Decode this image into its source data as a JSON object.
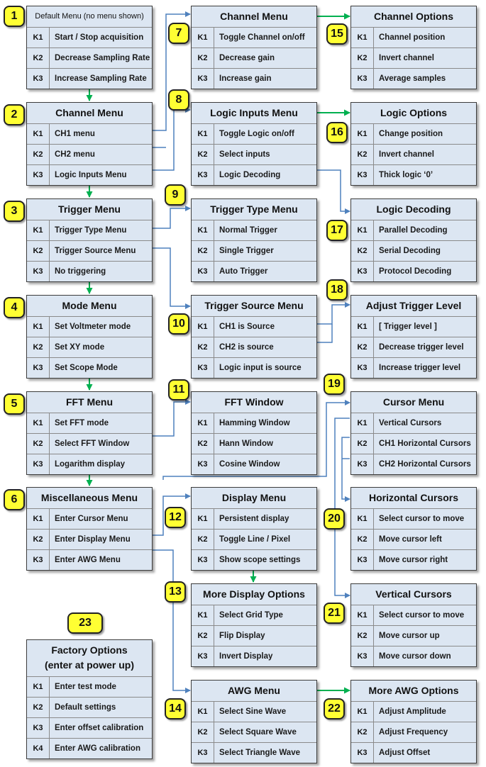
{
  "colors": {
    "box_fill": "#dce6f2",
    "badge_fill": "#ffff33",
    "arrow_blue": "#4f81bd",
    "arrow_green": "#00b050"
  },
  "menus": [
    {
      "id": "default-menu",
      "badge": "1",
      "title": "Default Menu (no menu shown)",
      "items": [
        {
          "key": "K1",
          "label": "Start / Stop acquisition"
        },
        {
          "key": "K2",
          "label": "Decrease Sampling Rate"
        },
        {
          "key": "K3",
          "label": "Increase Sampling Rate"
        }
      ]
    },
    {
      "id": "channel-menu-main",
      "badge": "2",
      "title": "Channel Menu",
      "items": [
        {
          "key": "K1",
          "label": "CH1 menu"
        },
        {
          "key": "K2",
          "label": "CH2 menu"
        },
        {
          "key": "K3",
          "label": "Logic Inputs Menu"
        }
      ]
    },
    {
      "id": "trigger-menu",
      "badge": "3",
      "title": "Trigger Menu",
      "items": [
        {
          "key": "K1",
          "label": "Trigger Type Menu"
        },
        {
          "key": "K2",
          "label": "Trigger Source Menu"
        },
        {
          "key": "K3",
          "label": "No triggering"
        }
      ]
    },
    {
      "id": "mode-menu",
      "badge": "4",
      "title": "Mode Menu",
      "items": [
        {
          "key": "K1",
          "label": "Set Voltmeter mode"
        },
        {
          "key": "K2",
          "label": "Set XY mode"
        },
        {
          "key": "K3",
          "label": "Set Scope Mode"
        }
      ]
    },
    {
      "id": "fft-menu",
      "badge": "5",
      "title": "FFT Menu",
      "items": [
        {
          "key": "K1",
          "label": "Set FFT mode"
        },
        {
          "key": "K2",
          "label": "Select FFT Window"
        },
        {
          "key": "K3",
          "label": "Logarithm display"
        }
      ]
    },
    {
      "id": "misc-menu",
      "badge": "6",
      "title": "Miscellaneous  Menu",
      "items": [
        {
          "key": "K1",
          "label": "Enter Cursor Menu"
        },
        {
          "key": "K2",
          "label": "Enter Display  Menu"
        },
        {
          "key": "K3",
          "label": "Enter AWG Menu"
        }
      ]
    },
    {
      "id": "channel-menu",
      "badge": "7",
      "title": "Channel Menu",
      "items": [
        {
          "key": "K1",
          "label": "Toggle Channel on/off"
        },
        {
          "key": "K2",
          "label": "Decrease gain"
        },
        {
          "key": "K3",
          "label": "Increase gain"
        }
      ]
    },
    {
      "id": "logic-inputs-menu",
      "badge": "8",
      "title": "Logic Inputs Menu",
      "items": [
        {
          "key": "K1",
          "label": "Toggle Logic on/off"
        },
        {
          "key": "K2",
          "label": "Select inputs"
        },
        {
          "key": "K3",
          "label": "Logic Decoding"
        }
      ]
    },
    {
      "id": "trigger-type-menu",
      "badge": "9",
      "title": "Trigger Type Menu",
      "items": [
        {
          "key": "K1",
          "label": "Normal Trigger"
        },
        {
          "key": "K2",
          "label": "Single Trigger"
        },
        {
          "key": "K3",
          "label": "Auto Trigger"
        }
      ]
    },
    {
      "id": "trigger-source-menu",
      "badge": "10",
      "title": "Trigger Source Menu",
      "items": [
        {
          "key": "K1",
          "label": "CH1 is Source"
        },
        {
          "key": "K2",
          "label": "CH2 is source"
        },
        {
          "key": "K3",
          "label": "Logic input is source"
        }
      ]
    },
    {
      "id": "fft-window",
      "badge": "11",
      "title": "FFT Window",
      "items": [
        {
          "key": "K1",
          "label": "Hamming Window"
        },
        {
          "key": "K2",
          "label": "Hann Window"
        },
        {
          "key": "K3",
          "label": "Cosine Window"
        }
      ]
    },
    {
      "id": "display-menu",
      "badge": "12",
      "title": "Display Menu",
      "items": [
        {
          "key": "K1",
          "label": "Persistent display"
        },
        {
          "key": "K2",
          "label": "Toggle Line / Pixel"
        },
        {
          "key": "K3",
          "label": "Show scope settings"
        }
      ]
    },
    {
      "id": "more-display-options",
      "badge": "13",
      "title": "More Display Options",
      "items": [
        {
          "key": "K1",
          "label": "Select Grid Type"
        },
        {
          "key": "K2",
          "label": "Flip Display"
        },
        {
          "key": "K3",
          "label": "Invert Display"
        }
      ]
    },
    {
      "id": "awg-menu",
      "badge": "14",
      "title": "AWG Menu",
      "items": [
        {
          "key": "K1",
          "label": "Select Sine Wave"
        },
        {
          "key": "K2",
          "label": "Select Square Wave"
        },
        {
          "key": "K3",
          "label": "Select Triangle Wave"
        }
      ]
    },
    {
      "id": "channel-options",
      "badge": "15",
      "title": "Channel Options",
      "items": [
        {
          "key": "K1",
          "label": "Channel position"
        },
        {
          "key": "K2",
          "label": "Invert channel"
        },
        {
          "key": "K3",
          "label": "Average samples"
        }
      ]
    },
    {
      "id": "logic-options",
      "badge": "16",
      "title": "Logic Options",
      "items": [
        {
          "key": "K1",
          "label": "Change position"
        },
        {
          "key": "K2",
          "label": "Invert channel"
        },
        {
          "key": "K3",
          "label": "Thick logic ‘0’"
        }
      ]
    },
    {
      "id": "logic-decoding",
      "badge": "17",
      "title": "Logic Decoding",
      "items": [
        {
          "key": "K1",
          "label": "Parallel Decoding"
        },
        {
          "key": "K2",
          "label": "Serial Decoding"
        },
        {
          "key": "K3",
          "label": "Protocol Decoding"
        }
      ]
    },
    {
      "id": "adjust-trigger-level",
      "badge": "18",
      "title": "Adjust Trigger Level",
      "items": [
        {
          "key": "K1",
          "label": "[ Trigger level ]"
        },
        {
          "key": "K2",
          "label": "Decrease trigger level"
        },
        {
          "key": "K3",
          "label": "Increase trigger level"
        }
      ]
    },
    {
      "id": "cursor-menu",
      "badge": "19",
      "title": "Cursor Menu",
      "items": [
        {
          "key": "K1",
          "label": "Vertical Cursors"
        },
        {
          "key": "K2",
          "label": "CH1 Horizontal  Cursors"
        },
        {
          "key": "K3",
          "label": "CH2 Horizontal  Cursors"
        }
      ]
    },
    {
      "id": "horizontal-cursors",
      "badge": "20",
      "title": "Horizontal Cursors",
      "items": [
        {
          "key": "K1",
          "label": "Select cursor to move"
        },
        {
          "key": "K2",
          "label": "Move cursor left"
        },
        {
          "key": "K3",
          "label": "Move cursor right"
        }
      ]
    },
    {
      "id": "vertical-cursors",
      "badge": "21",
      "title": "Vertical Cursors",
      "items": [
        {
          "key": "K1",
          "label": "Select cursor to move"
        },
        {
          "key": "K2",
          "label": "Move cursor up"
        },
        {
          "key": "K3",
          "label": "Move cursor down"
        }
      ]
    },
    {
      "id": "more-awg-options",
      "badge": "22",
      "title": "More AWG Options",
      "items": [
        {
          "key": "K1",
          "label": "Adjust Amplitude"
        },
        {
          "key": "K2",
          "label": "Adjust Frequency"
        },
        {
          "key": "K3",
          "label": "Adjust Offset"
        }
      ]
    },
    {
      "id": "factory-options",
      "badge": "23",
      "title": "Factory Options",
      "subtitle": "(enter at power up)",
      "items": [
        {
          "key": "K1",
          "label": "Enter test mode"
        },
        {
          "key": "K2",
          "label": "Default settings"
        },
        {
          "key": "K3",
          "label": "Enter offset calibration"
        },
        {
          "key": "K4",
          "label": "Enter AWG calibration"
        }
      ]
    }
  ]
}
